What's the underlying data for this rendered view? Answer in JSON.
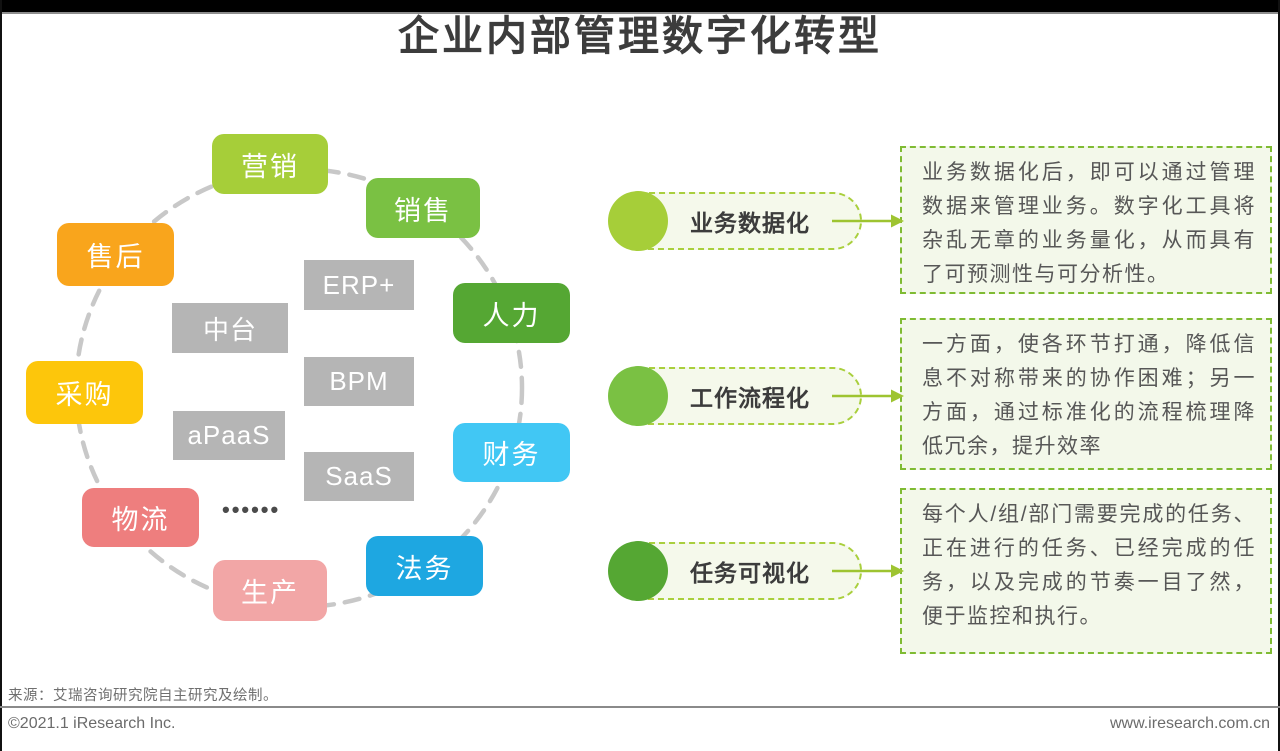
{
  "page": {
    "title": "企业内部管理数字化转型",
    "source_note": "来源：艾瑞咨询研究院自主研究及绘制。",
    "footer": {
      "left": "©2021.1 iResearch Inc.",
      "right": "www.iresearch.com.cn"
    }
  },
  "colors": {
    "title_text": "#3c3c3c",
    "body_text": "#575757",
    "platform_gray": "#b5b5b5",
    "dashed_circle": "#c8c8c8",
    "capsule_border": "#a9cf3d",
    "capsule_fill": "#f5f9eb",
    "desc_border": "#7fbb33",
    "desc_fill": "#f3f8ea",
    "arrow": "#9ec431",
    "dots": "#4a4a4a"
  },
  "diagram": {
    "departments": [
      {
        "id": "marketing",
        "label": "营销",
        "color": "#a6ce39"
      },
      {
        "id": "sales",
        "label": "销售",
        "color": "#7ac143"
      },
      {
        "id": "aftersales",
        "label": "售后",
        "color": "#f9a51c"
      },
      {
        "id": "hr",
        "label": "人力",
        "color": "#55a733"
      },
      {
        "id": "procurement",
        "label": "采购",
        "color": "#fdc60b"
      },
      {
        "id": "finance",
        "label": "财务",
        "color": "#41c7f4"
      },
      {
        "id": "logistics",
        "label": "物流",
        "color": "#ee7e7e"
      },
      {
        "id": "production",
        "label": "生产",
        "color": "#f2a6a6"
      },
      {
        "id": "legal",
        "label": "法务",
        "color": "#1ea7e1"
      }
    ],
    "platforms": [
      {
        "id": "erp",
        "label": "ERP+"
      },
      {
        "id": "mid",
        "label": "中台"
      },
      {
        "id": "bpm",
        "label": "BPM"
      },
      {
        "id": "apaas",
        "label": "aPaaS"
      },
      {
        "id": "saas",
        "label": "SaaS"
      }
    ],
    "etc_dots": "••••••"
  },
  "pillars": [
    {
      "label": "业务数据化",
      "circle_color": "#a6ce39",
      "description": "业务数据化后，即可以通过管理数据来管理业务。数字化工具将杂乱无章的业务量化，从而具有了可预测性与可分析性。"
    },
    {
      "label": "工作流程化",
      "circle_color": "#7ac143",
      "description": "一方面，使各环节打通，降低信息不对称带来的协作困难；另一方面，通过标准化的流程梳理降低冗余，提升效率"
    },
    {
      "label": "任务可视化",
      "circle_color": "#55a733",
      "description": "每个人/组/部门需要完成的任务、正在进行的任务、已经完成的任务，以及完成的节奏一目了然，便于监控和执行。"
    }
  ]
}
